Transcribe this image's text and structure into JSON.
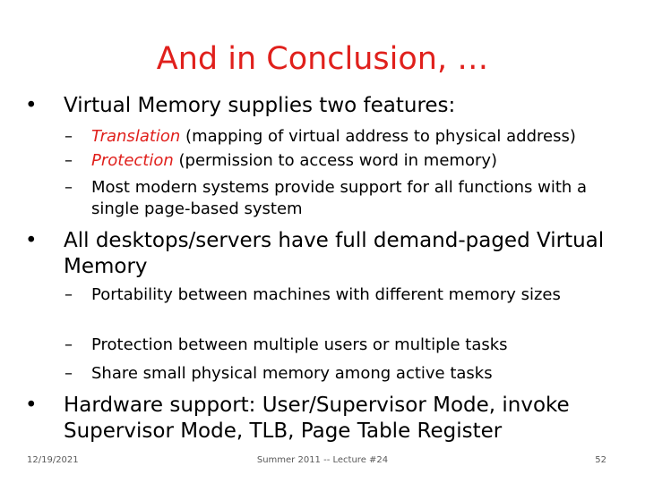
{
  "slide": {
    "title": "And in Conclusion, …",
    "bullets": [
      {
        "text": "Virtual Memory supplies two features:",
        "sub": [
          {
            "em": "Translation",
            "rest": " (mapping of virtual address to physical address)"
          },
          {
            "em": "Protection",
            "rest": " (permission to access word in memory)"
          },
          {
            "em": "",
            "rest": "Most modern systems provide support for all functions with a single page-based system"
          }
        ]
      },
      {
        "text": "All desktops/servers have full demand-paged Virtual Memory",
        "sub": [
          {
            "em": "",
            "rest": "Portability between machines with different memory sizes"
          },
          {
            "em": "",
            "rest": "Protection between multiple users or multiple tasks"
          },
          {
            "em": "",
            "rest": "Share small physical memory among active tasks"
          }
        ]
      },
      {
        "text": "Hardware support: User/Supervisor Mode, invoke Supervisor Mode, TLB, Page Table Register",
        "sub": []
      }
    ],
    "bullet_symbol": "•",
    "dash_symbol": "–"
  },
  "footer": {
    "date": "12/19/2021",
    "center": "Summer 2011 -- Lecture #24",
    "page": "52"
  },
  "colors": {
    "accent": "#e0201c",
    "text": "#000000",
    "footer": "#595959"
  }
}
